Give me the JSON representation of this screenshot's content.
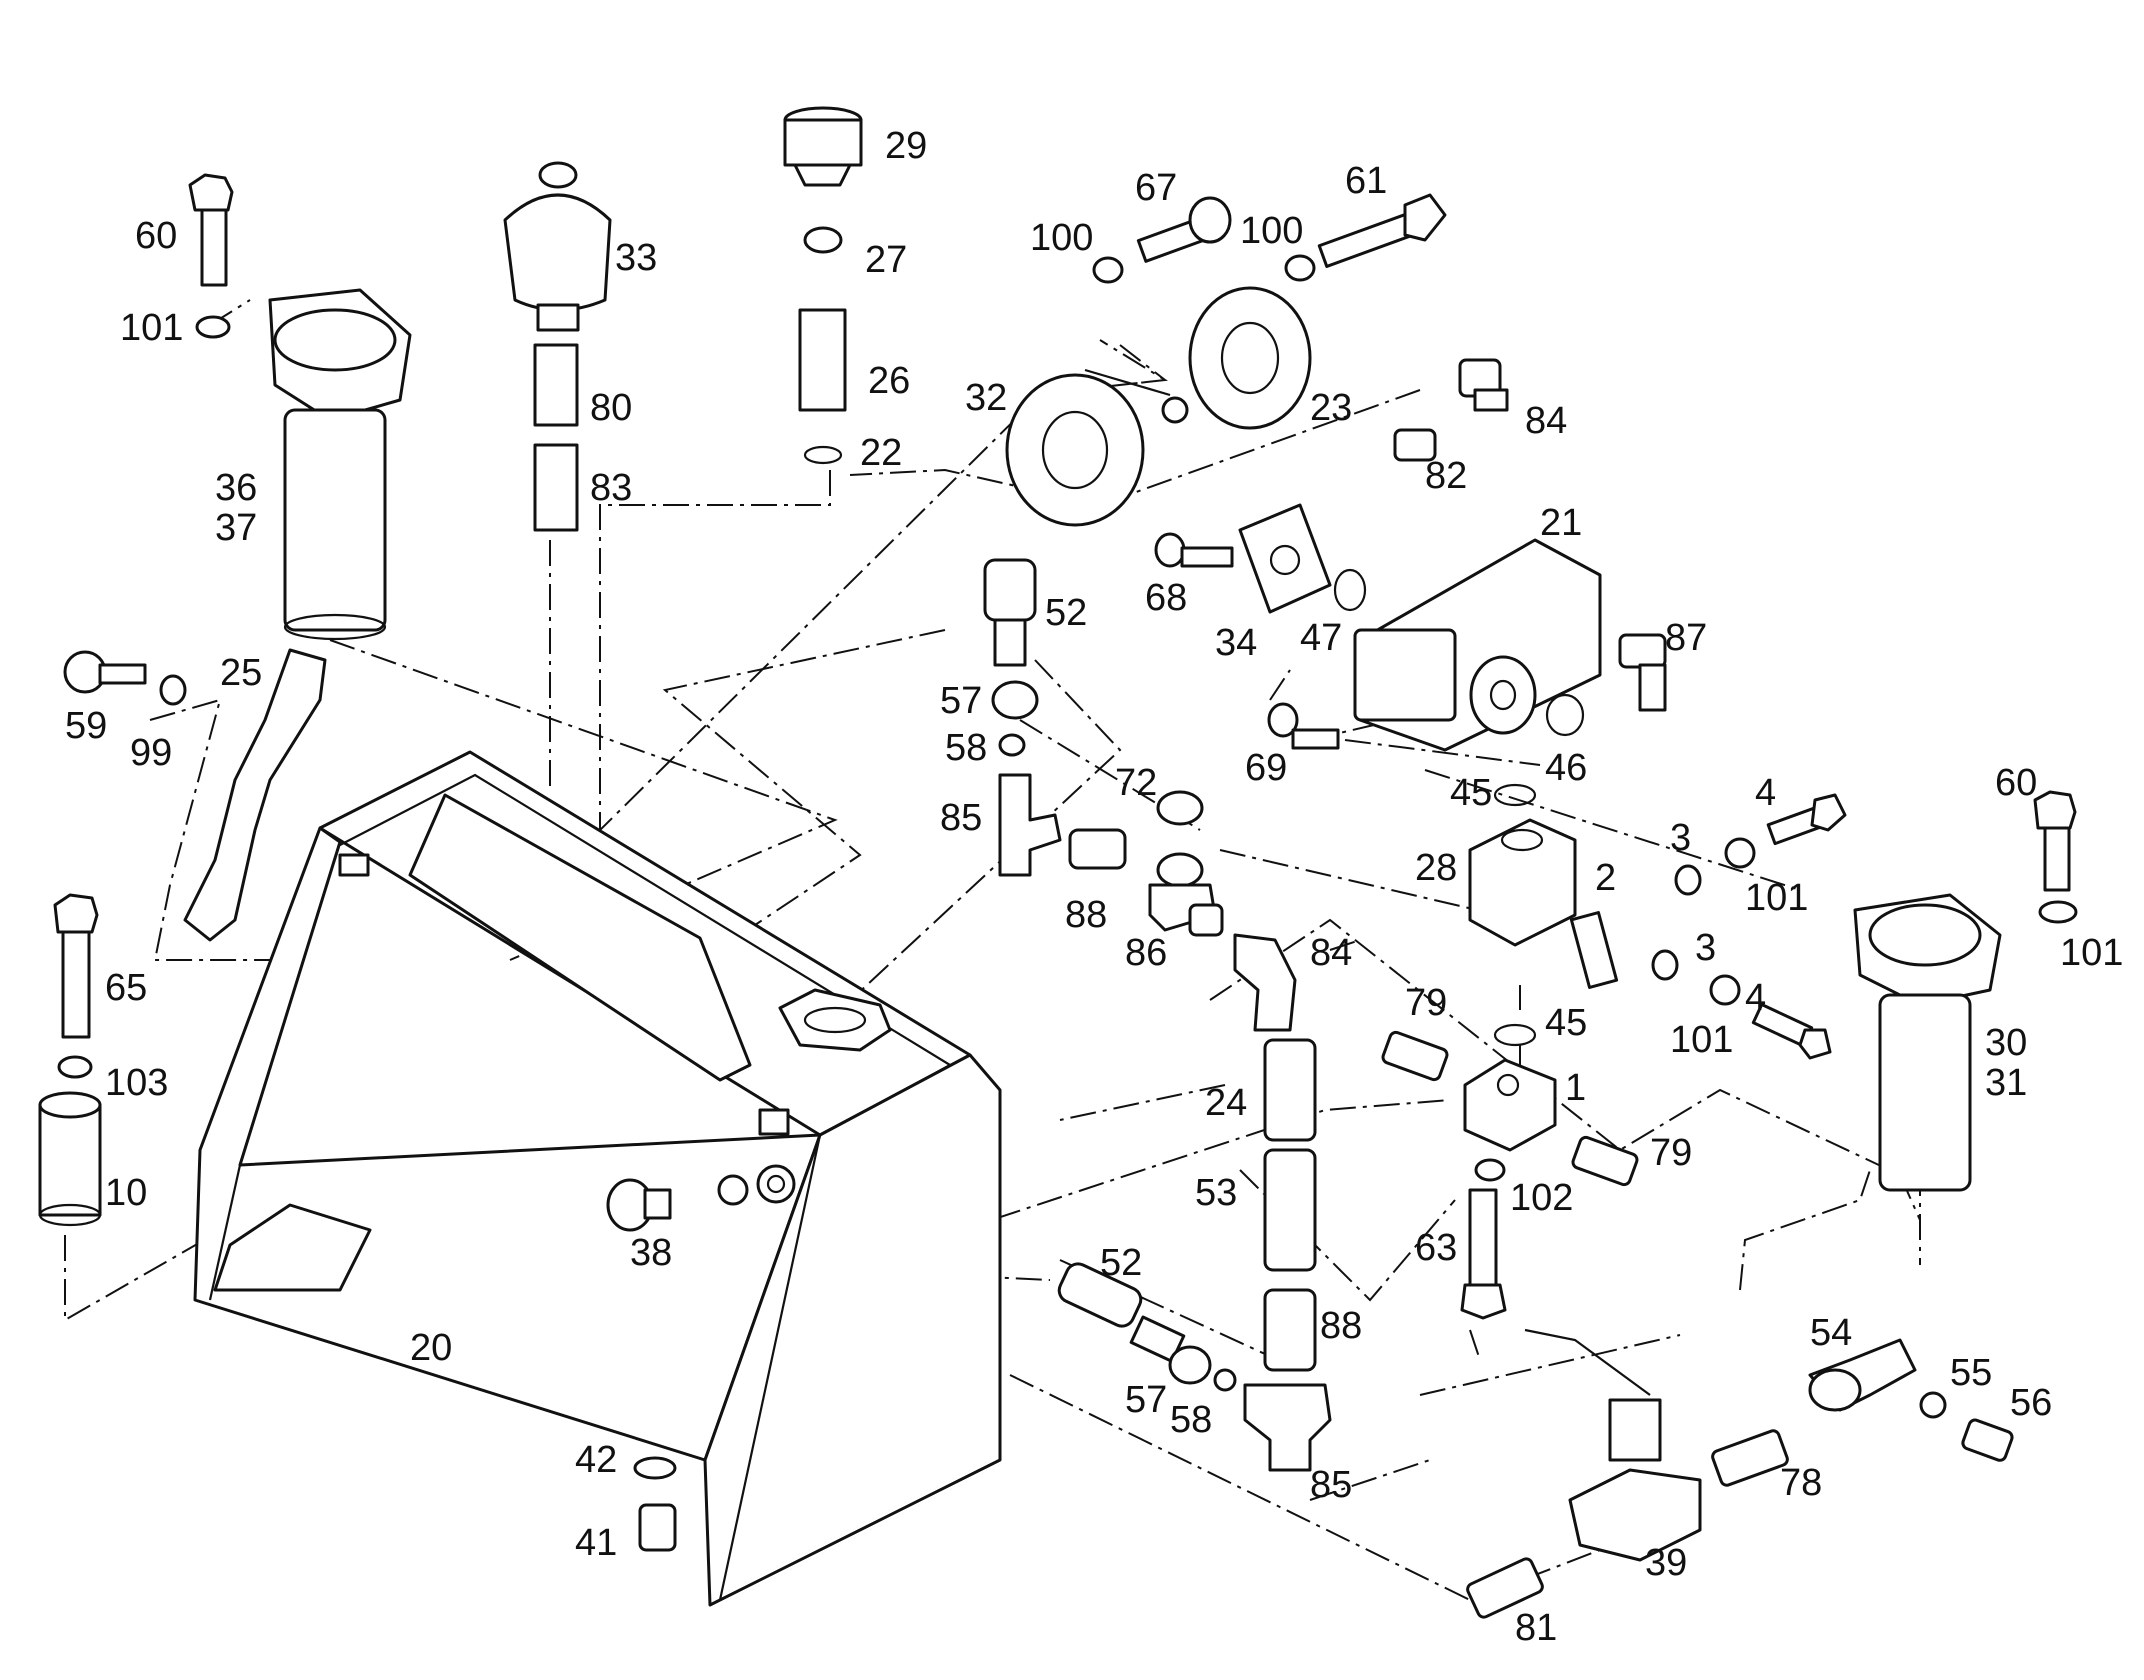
{
  "diagram": {
    "type": "exploded-parts-view",
    "callouts": {
      "c1": "1",
      "c2": "2",
      "c3a": "3",
      "c3b": "3",
      "c4a": "4",
      "c4b": "4",
      "c10": "10",
      "c20": "20",
      "c21": "21",
      "c22": "22",
      "c23": "23",
      "c24": "24",
      "c25": "25",
      "c26": "26",
      "c27": "27",
      "c28": "28",
      "c29": "29",
      "c30": "30",
      "c31": "31",
      "c32": "32",
      "c33": "33",
      "c34": "34",
      "c36": "36",
      "c37": "37",
      "c38": "38",
      "c39": "39",
      "c41": "41",
      "c42": "42",
      "c45a": "45",
      "c45b": "45",
      "c46": "46",
      "c47": "47",
      "c52a": "52",
      "c52b": "52",
      "c53": "53",
      "c54": "54",
      "c55": "55",
      "c56": "56",
      "c57a": "57",
      "c57b": "57",
      "c58a": "58",
      "c58b": "58",
      "c59": "59",
      "c60a": "60",
      "c60b": "60",
      "c61": "61",
      "c63": "63",
      "c65": "65",
      "c67": "67",
      "c68": "68",
      "c69": "69",
      "c72": "72",
      "c78": "78",
      "c79a": "79",
      "c79b": "79",
      "c80": "80",
      "c81": "81",
      "c82": "82",
      "c83": "83",
      "c84a": "84",
      "c84b": "84",
      "c85a": "85",
      "c85b": "85",
      "c86": "86",
      "c87": "87",
      "c88a": "88",
      "c88b": "88",
      "c99": "99",
      "c100a": "100",
      "c100b": "100",
      "c101a": "101",
      "c101b": "101",
      "c101c": "101",
      "c101d": "101",
      "c102": "102",
      "c103": "103"
    }
  }
}
